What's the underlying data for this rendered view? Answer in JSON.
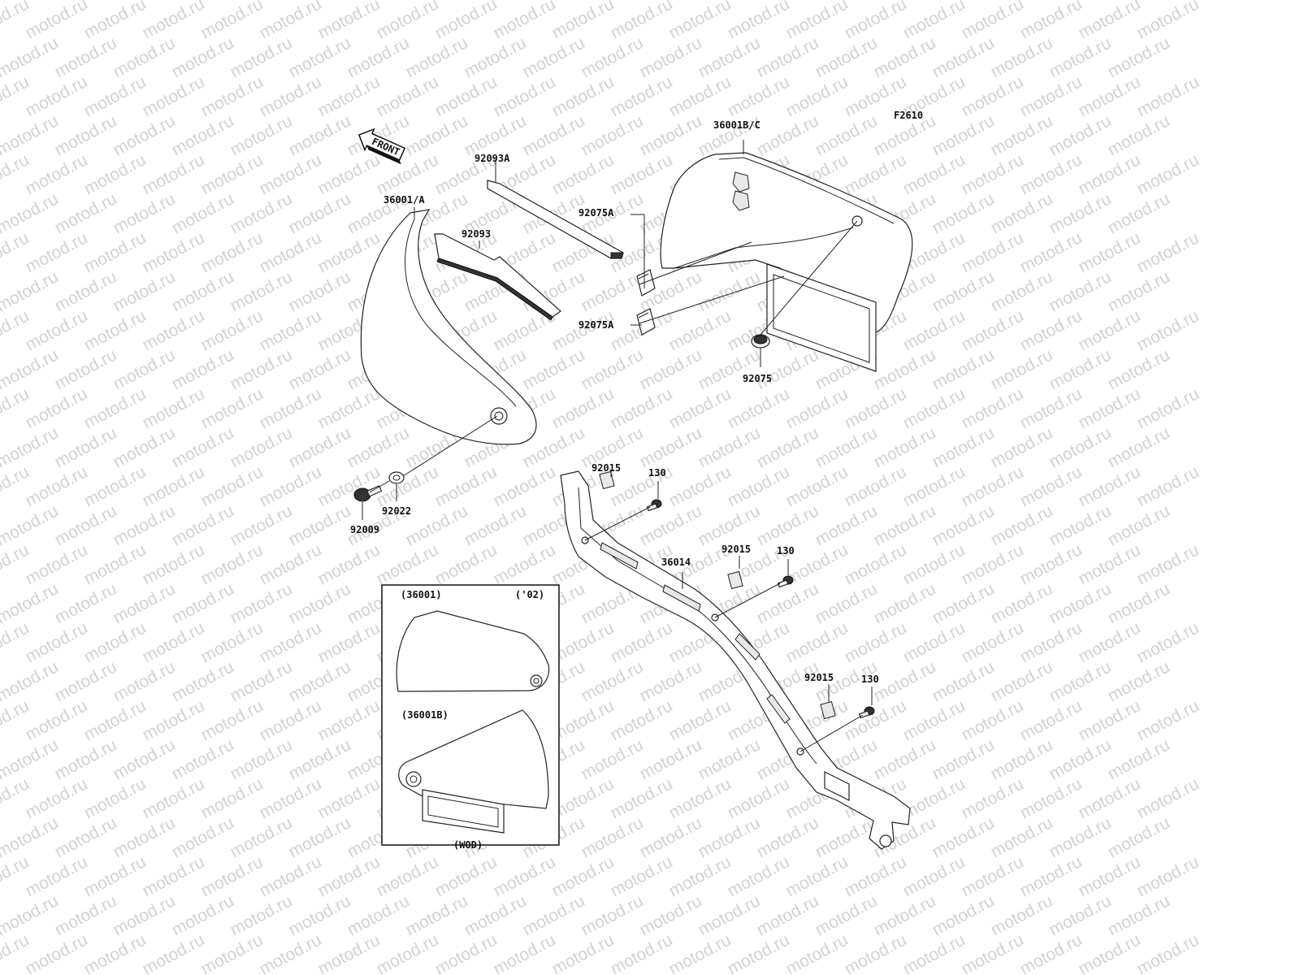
{
  "figure_code": "F2610",
  "direction_arrow": "FRONT",
  "watermark": "motod.ru",
  "callouts": {
    "side_cover_left": "36001/A",
    "side_cover_right": "36001B/C",
    "pad_upper": "92093A",
    "pad_lower": "92093",
    "clip_upper": "92075A",
    "clip_lower": "92075A",
    "grommet": "92075",
    "bolt": "92009",
    "washer": "92022",
    "bracket": "36014",
    "nut_1": "92015",
    "screw_1": "130",
    "nut_2": "92015",
    "screw_2": "130",
    "nut_3": "92015",
    "screw_3": "130"
  },
  "inset": {
    "item_1": "(36001)",
    "year": "('02)",
    "item_2": "(36001B)",
    "variant": "(WOD)"
  }
}
